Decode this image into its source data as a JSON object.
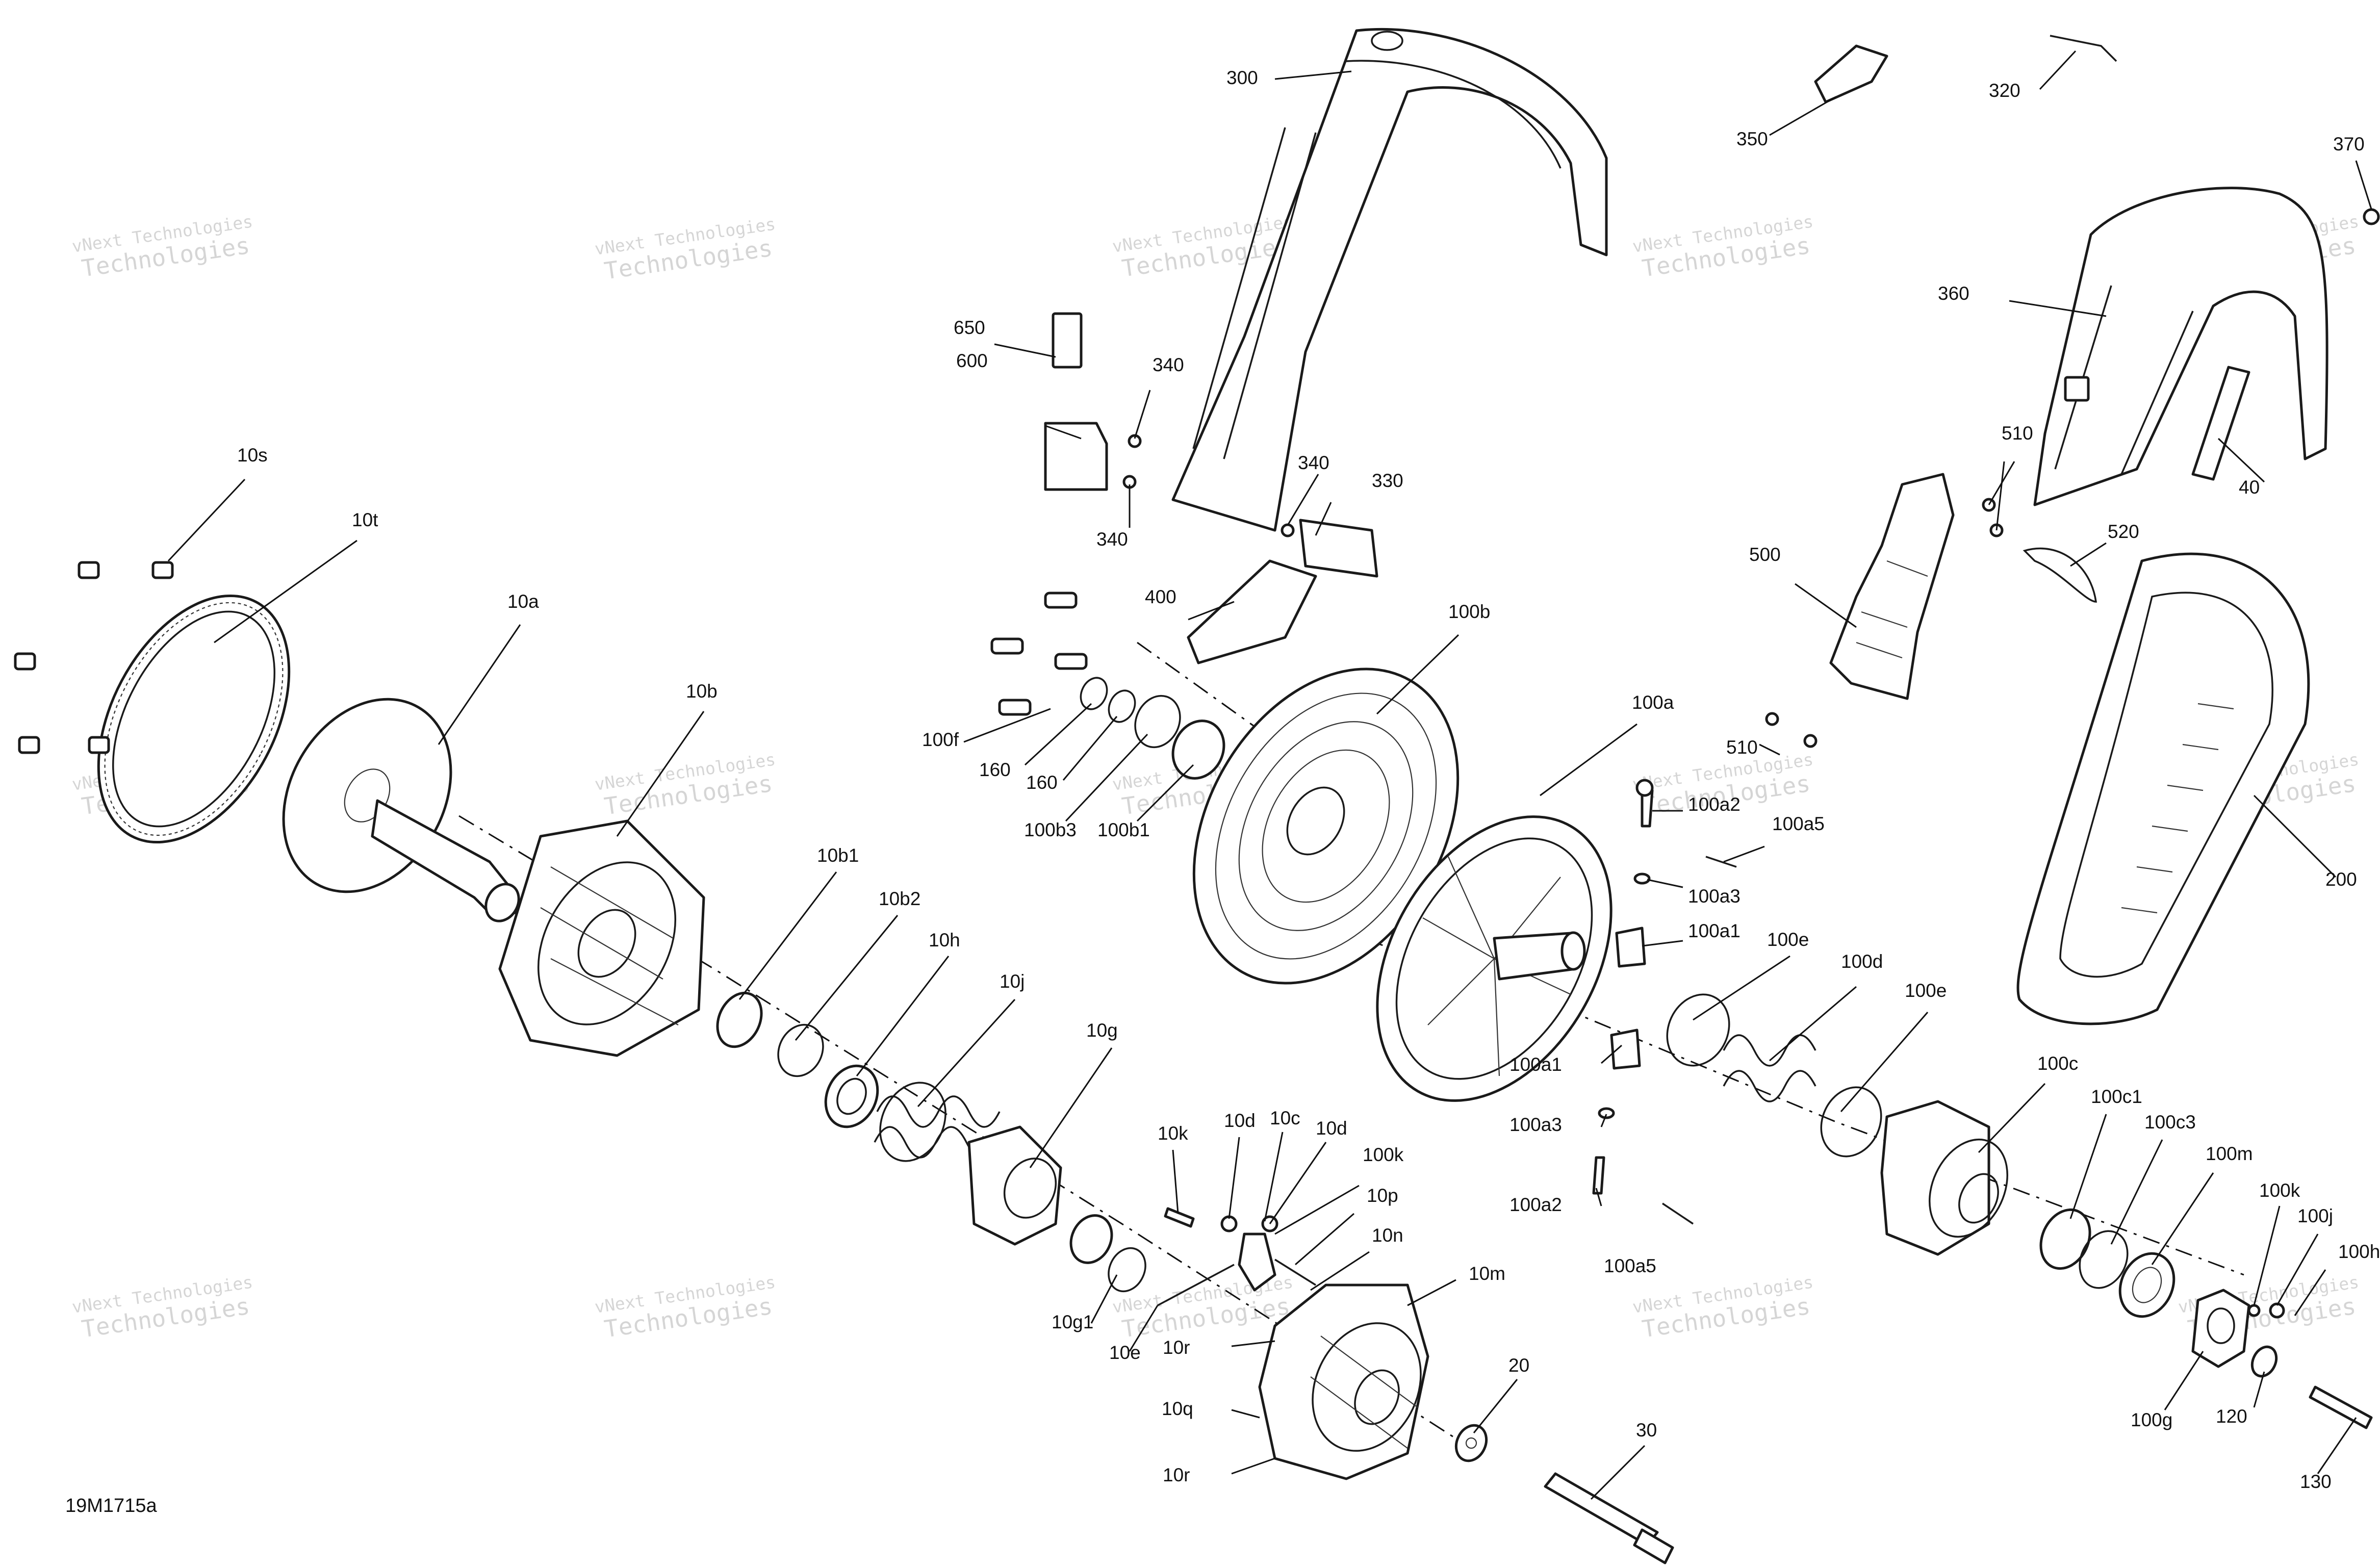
{
  "figure_code": "19M1715a",
  "watermark": {
    "line1": "vNext Technologies",
    "line2": "Technologies"
  },
  "part_labels": [
    "300",
    "320",
    "350",
    "370",
    "360",
    "40",
    "650",
    "340",
    "600",
    "340",
    "340",
    "330",
    "400",
    "10s",
    "10t",
    "10a",
    "100b",
    "510",
    "520",
    "500",
    "100f",
    "160",
    "160",
    "100b3",
    "100b1",
    "100a",
    "100a2",
    "100a5",
    "100a3",
    "100a1",
    "510",
    "200",
    "10b",
    "10b1",
    "10b2",
    "10h",
    "10j",
    "10g",
    "100e",
    "100d",
    "100e",
    "100a1",
    "100a3",
    "100a2",
    "100a5",
    "100c",
    "100c1",
    "100c3",
    "100m",
    "100k",
    "100j",
    "100h",
    "100g",
    "120",
    "130",
    "10k",
    "10d",
    "10c",
    "10d",
    "100k",
    "10p",
    "10n",
    "10m",
    "10g1",
    "10e",
    "10r",
    "10q",
    "10r",
    "20",
    "30"
  ]
}
